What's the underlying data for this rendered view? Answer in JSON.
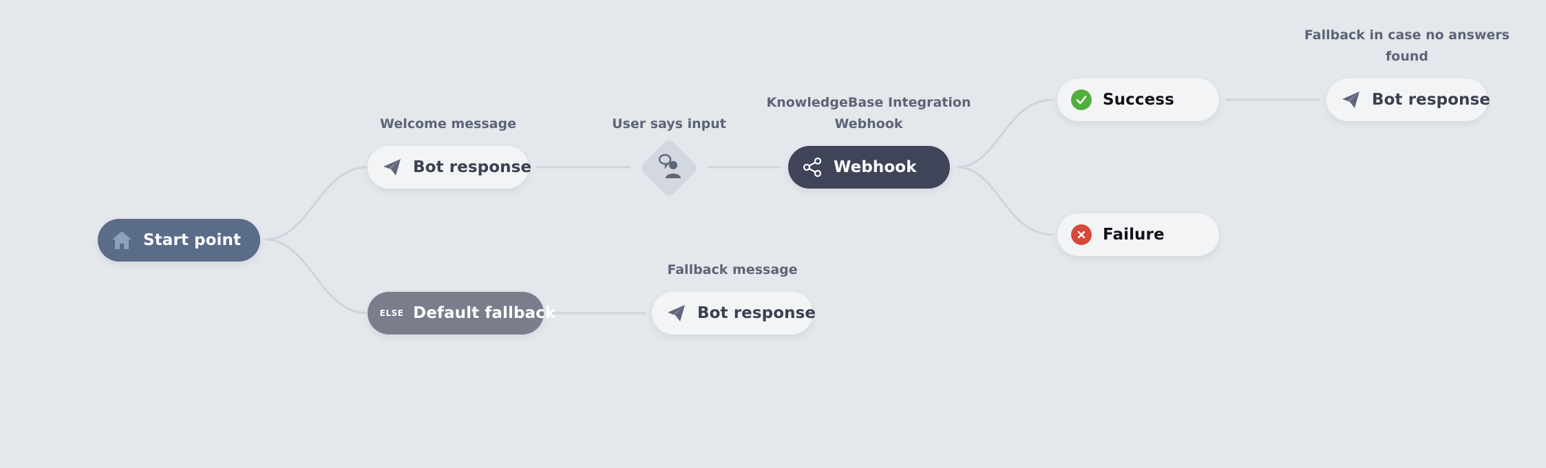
{
  "nodes": {
    "start": {
      "label": "Start point",
      "icon": "home-icon"
    },
    "welcome_bot": {
      "label": "Bot response",
      "caption": "Welcome message",
      "icon": "paper-plane-icon"
    },
    "user_input": {
      "caption": "User says input",
      "icon": "user-speech-icon"
    },
    "webhook": {
      "label": "Webhook",
      "caption_line1": "KnowledgeBase Integration",
      "caption_line2": "Webhook",
      "icon": "share-icon"
    },
    "success": {
      "label": "Success",
      "icon": "check-icon"
    },
    "failure": {
      "label": "Failure",
      "icon": "x-icon"
    },
    "success_bot": {
      "label": "Bot response",
      "caption_line1": "Fallback in case no answers",
      "caption_line2": "found",
      "icon": "paper-plane-icon"
    },
    "default_fallback": {
      "label": "Default fallback",
      "tag": "ELSE"
    },
    "fallback_bot": {
      "label": "Bot response",
      "caption": "Fallback message",
      "icon": "paper-plane-icon"
    }
  },
  "colors": {
    "background": "#e4e7ec",
    "start_node": "#5b6c89",
    "webhook_node": "#3f4458",
    "fallback_node": "#7a7d8b",
    "light_node": "#f3f4f5",
    "connector": "#cfd4dc",
    "success": "#4fae3e",
    "failure": "#d9473b"
  }
}
